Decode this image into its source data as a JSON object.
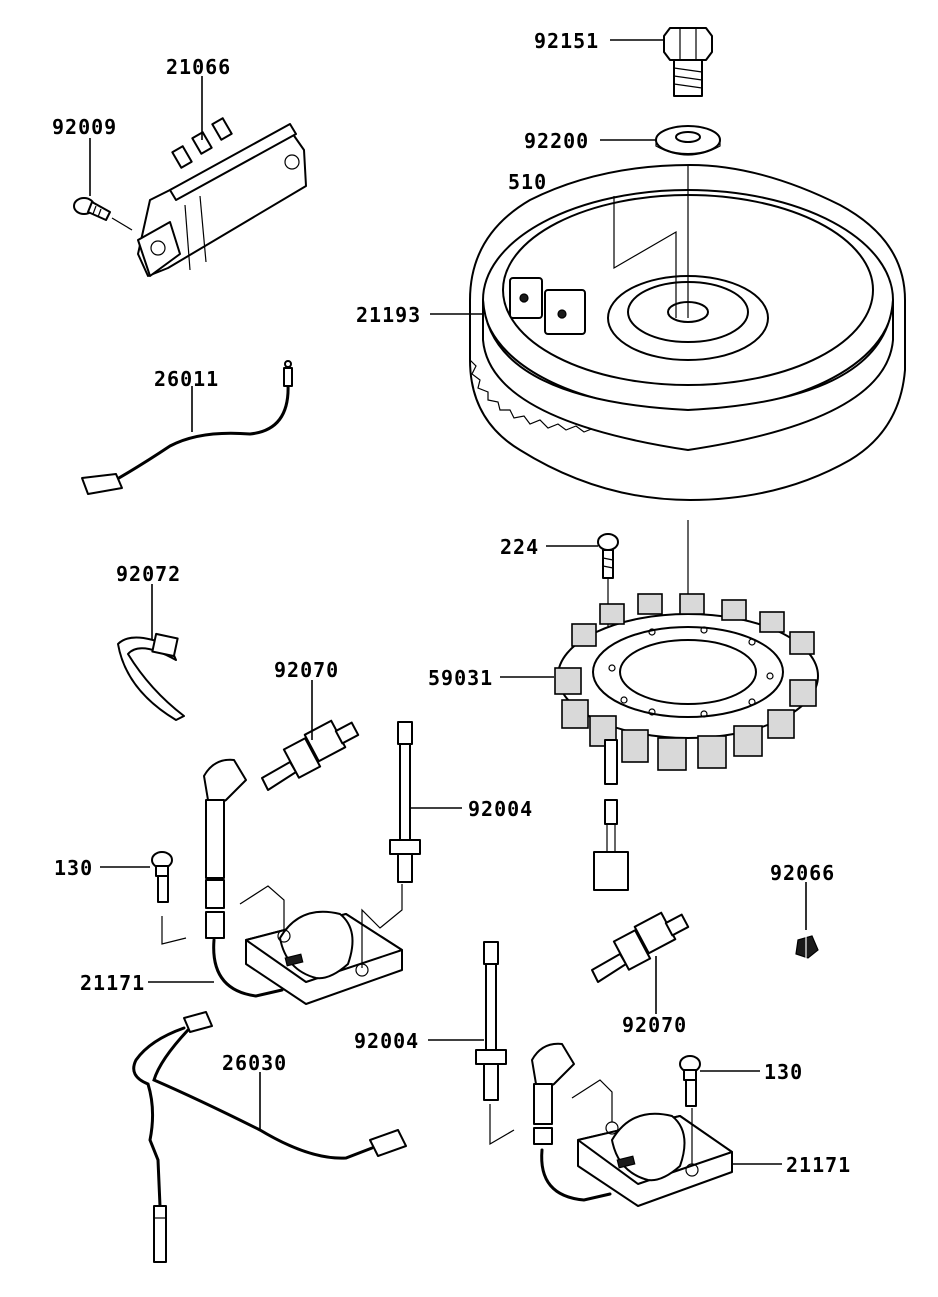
{
  "diagram": {
    "labels": {
      "p92151": "92151",
      "p92200": "92200",
      "p510": "510",
      "p21066": "21066",
      "p92009": "92009",
      "p21193": "21193",
      "p26011": "26011",
      "p224": "224",
      "p92072": "92072",
      "p59031": "59031",
      "p92070a": "92070",
      "p92004a": "92004",
      "p130a": "130",
      "p92066": "92066",
      "p21171a": "21171",
      "p92004b": "92004",
      "p92070b": "92070",
      "p26030": "26030",
      "p130b": "130",
      "p21171b": "21171"
    }
  }
}
